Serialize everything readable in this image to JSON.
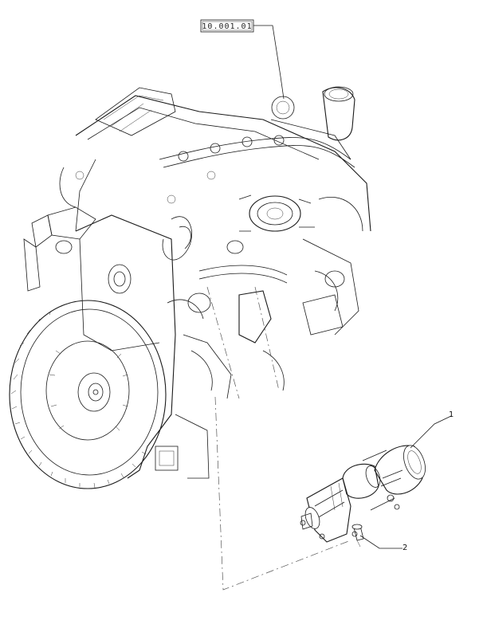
{
  "reference_box": {
    "label": "10.001.01"
  },
  "callouts": [
    {
      "id": "1",
      "label": "1",
      "part": "starter-motor"
    },
    {
      "id": "2",
      "label": "2",
      "part": "mounting-bolt"
    }
  ]
}
